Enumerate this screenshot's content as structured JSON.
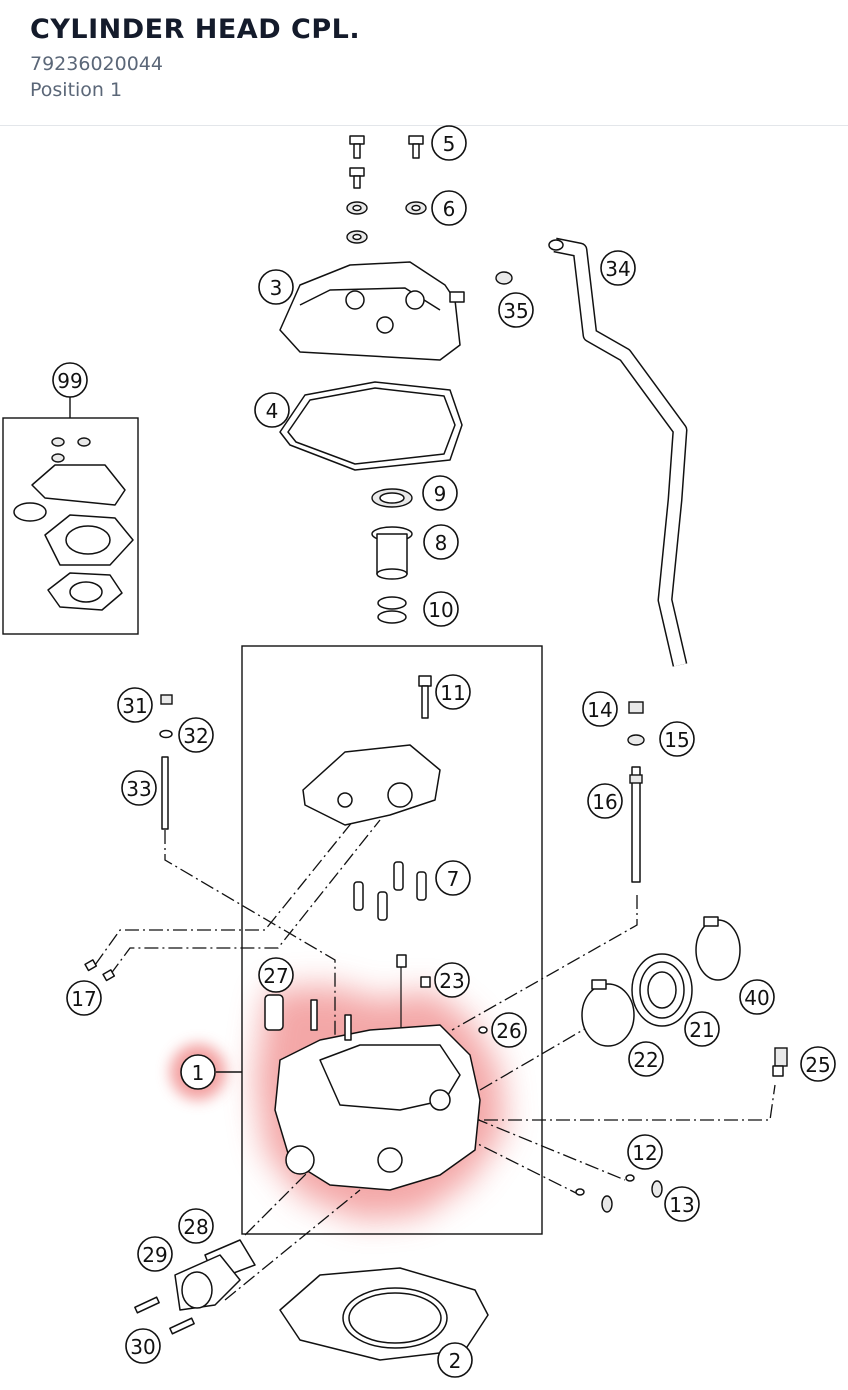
{
  "header": {
    "title": "CYLINDER HEAD CPL.",
    "part_number": "79236020044",
    "position": "Position 1"
  },
  "highlight_color": "#f08a8a",
  "callouts": [
    {
      "id": "1",
      "highlighted": true
    },
    {
      "id": "2"
    },
    {
      "id": "3"
    },
    {
      "id": "4"
    },
    {
      "id": "5"
    },
    {
      "id": "6"
    },
    {
      "id": "7"
    },
    {
      "id": "8"
    },
    {
      "id": "9"
    },
    {
      "id": "10"
    },
    {
      "id": "11"
    },
    {
      "id": "12"
    },
    {
      "id": "13"
    },
    {
      "id": "14"
    },
    {
      "id": "15"
    },
    {
      "id": "16"
    },
    {
      "id": "17"
    },
    {
      "id": "21"
    },
    {
      "id": "22"
    },
    {
      "id": "23"
    },
    {
      "id": "25"
    },
    {
      "id": "26"
    },
    {
      "id": "27"
    },
    {
      "id": "28"
    },
    {
      "id": "29"
    },
    {
      "id": "30"
    },
    {
      "id": "31"
    },
    {
      "id": "32"
    },
    {
      "id": "33"
    },
    {
      "id": "34"
    },
    {
      "id": "35"
    },
    {
      "id": "40"
    },
    {
      "id": "99"
    }
  ]
}
